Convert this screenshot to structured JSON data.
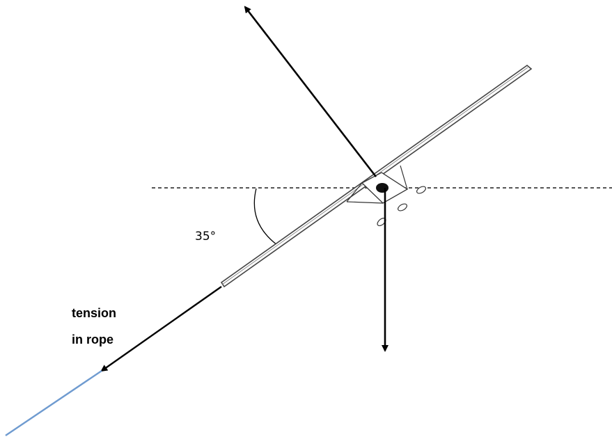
{
  "diagram": {
    "angle_label": "35°",
    "tension_label_line1": "tension",
    "tension_label_line2": "in rope"
  },
  "colors": {
    "line": "#000000",
    "dashed_horizontal": "#555555",
    "rope_end": "#6f9bd0",
    "glider_outline": "#444444"
  }
}
